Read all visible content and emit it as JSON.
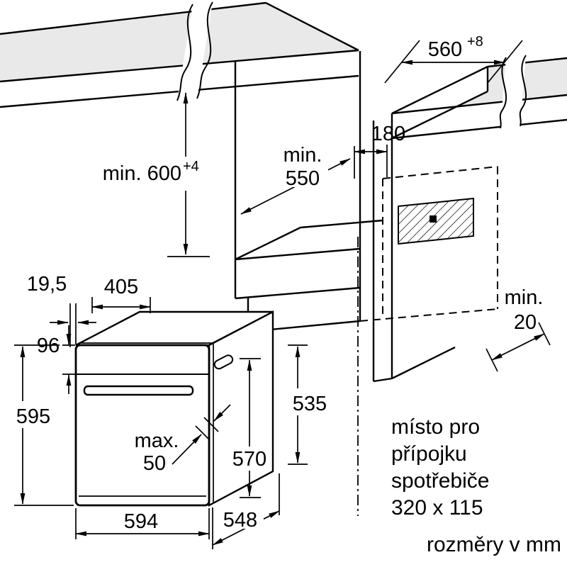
{
  "dims": {
    "niche_width": {
      "value": "560",
      "tolerance": "+8"
    },
    "niche_height": {
      "value": "min. 600",
      "tolerance": "+4"
    },
    "niche_depth": {
      "line1": "min.",
      "line2": "550"
    },
    "conduit_width": {
      "value": "180"
    },
    "rear_gap": {
      "line1": "min.",
      "line2": "20"
    },
    "fascia_gap": {
      "value": "19,5"
    },
    "top_depth": {
      "value": "405"
    },
    "panel_height": {
      "value": "96"
    },
    "oven_height": {
      "value": "595"
    },
    "handle_clearance": {
      "line1": "max.",
      "line2": "50"
    },
    "oven_width": {
      "value": "594"
    },
    "oven_depth": {
      "value": "548"
    },
    "rear_height": {
      "value": "570"
    },
    "body_height": {
      "value": "535"
    }
  },
  "notes": {
    "connection_space": {
      "line1": "místo pro",
      "line2": "přípojku",
      "line3": "spotřebiče",
      "line4": "320 x 115"
    },
    "units": "rozměry v mm"
  },
  "colors": {
    "line": "#000000",
    "countertop": "#e9e9e9",
    "background": "#ffffff"
  }
}
